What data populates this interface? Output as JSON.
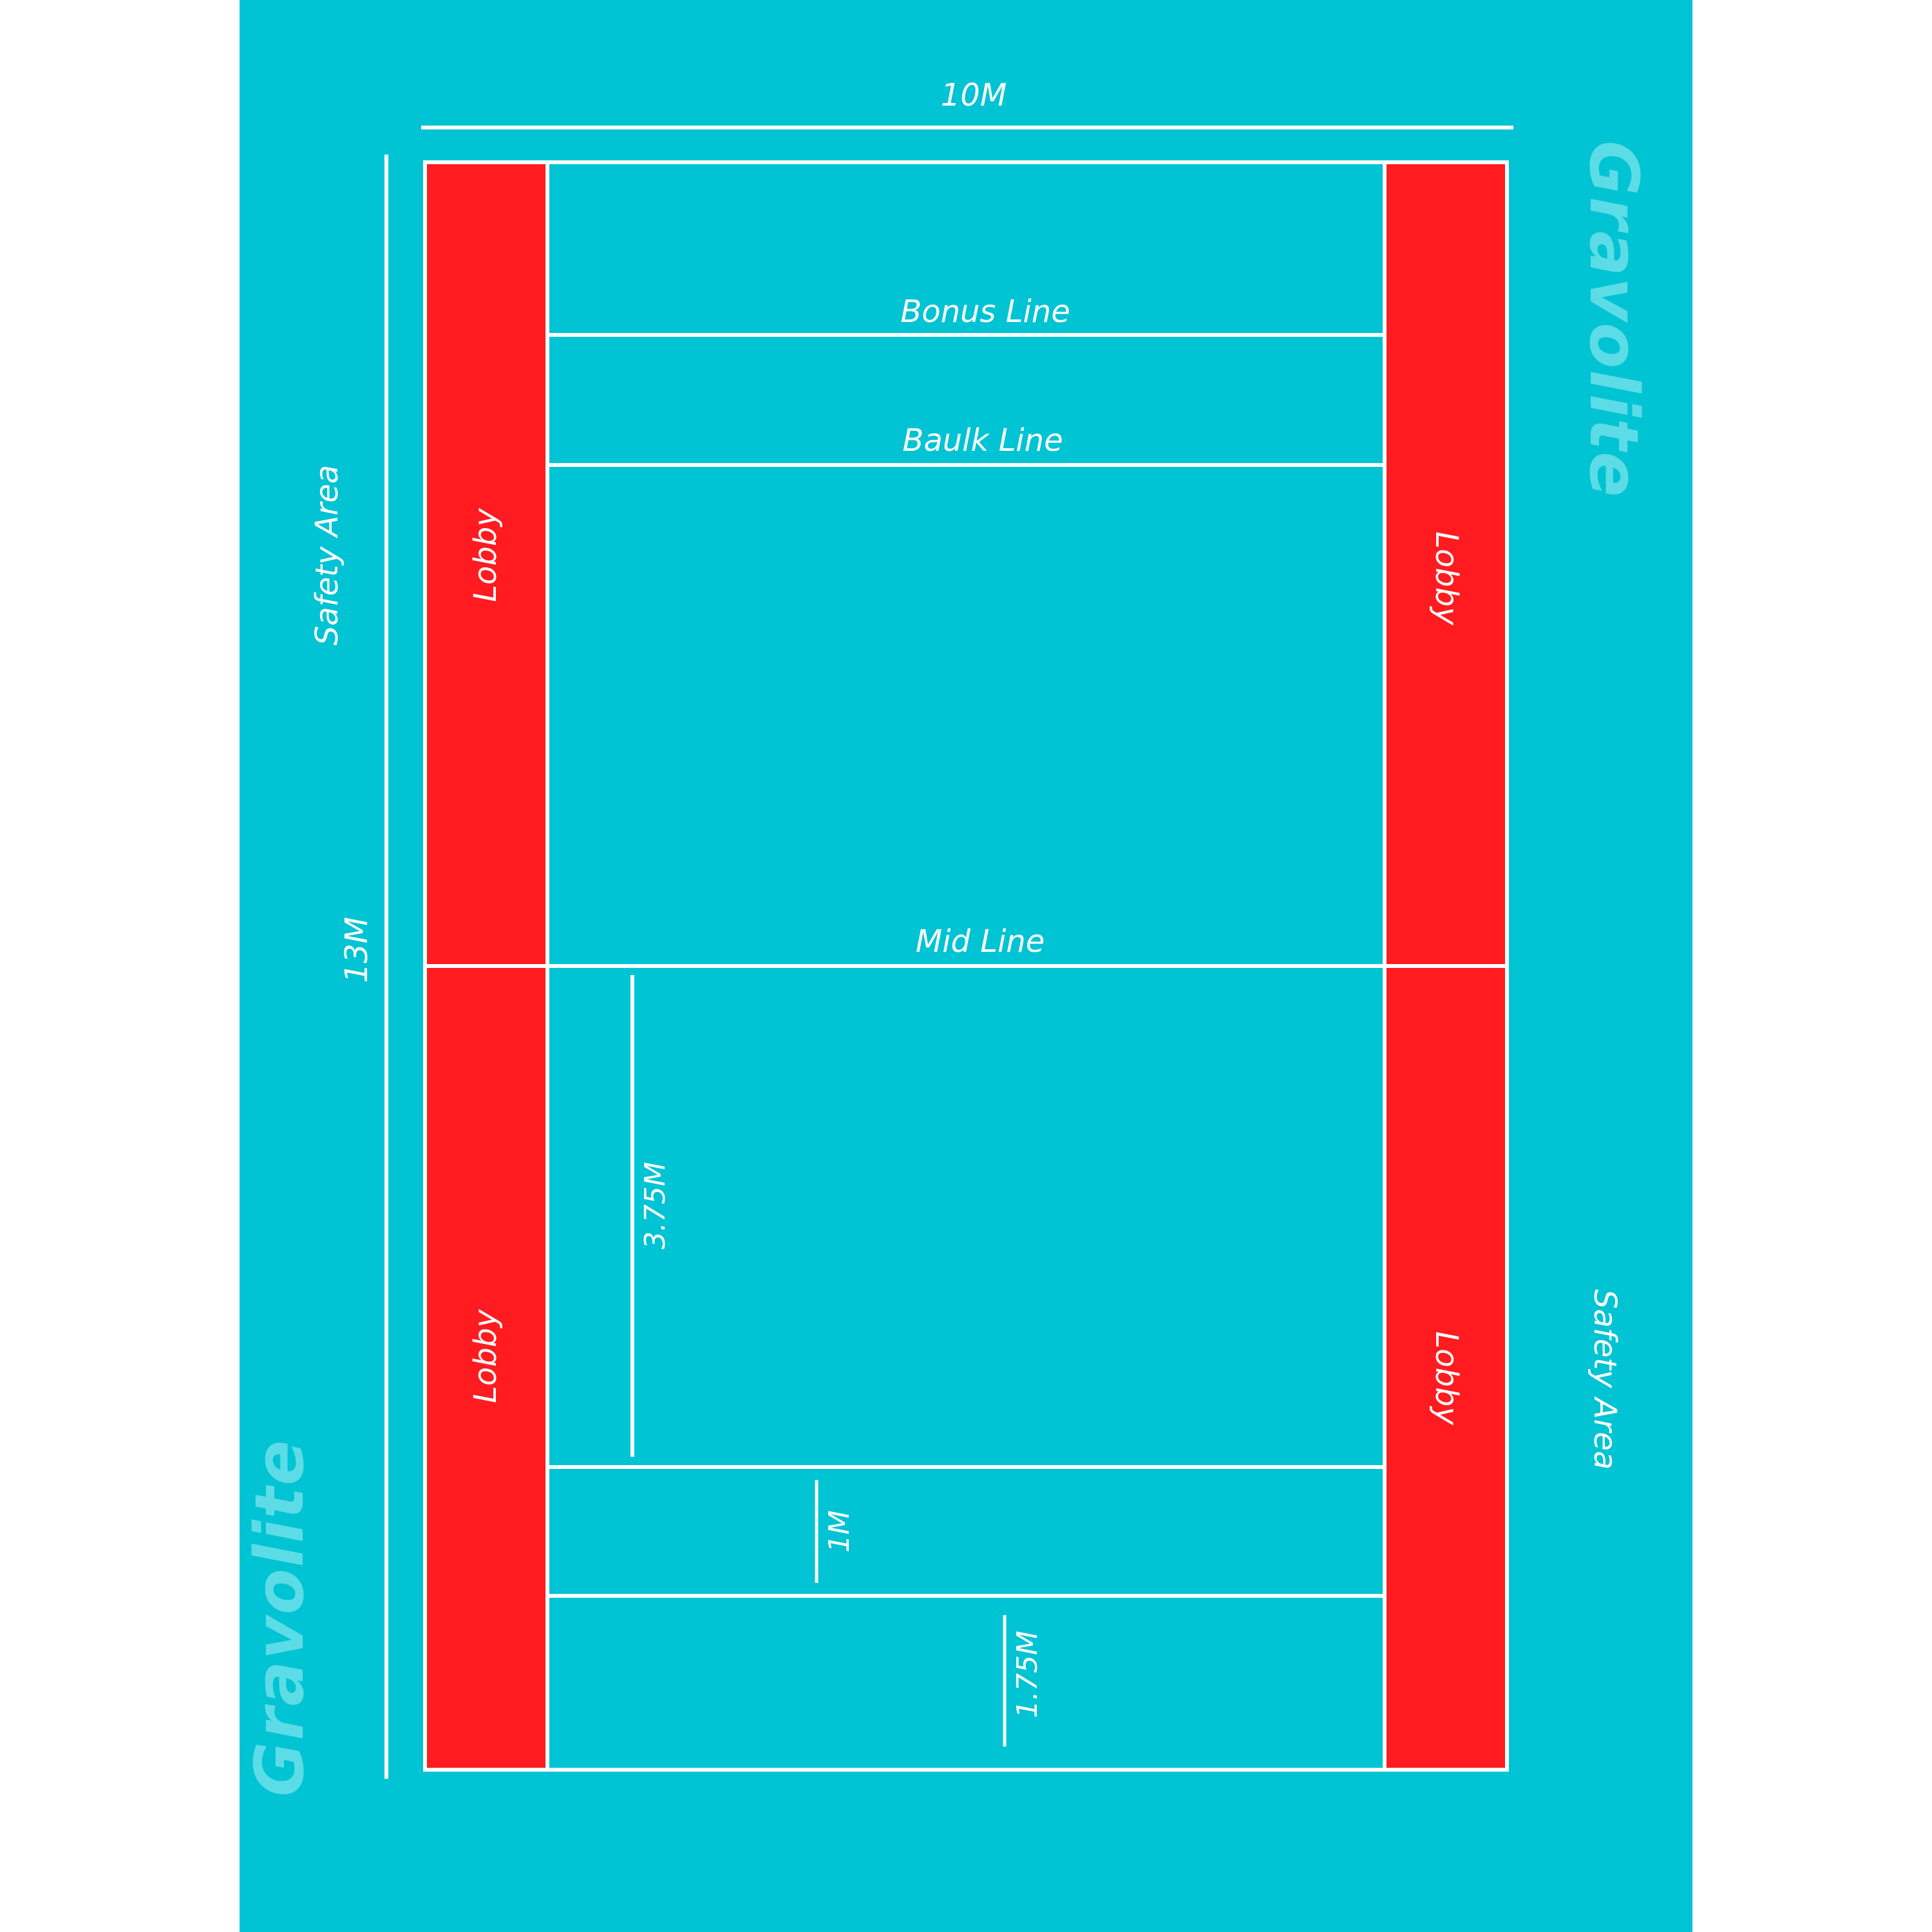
{
  "diagram": {
    "dimensions": {
      "width": "10M",
      "length": "13M",
      "mid_to_baulk": "3.75M",
      "baulk_to_bonus": "1M",
      "bonus_to_endline": "1.75M"
    },
    "lines": {
      "bonus": "Bonus Line",
      "baulk": "Baulk Line",
      "mid": "Mid Line"
    },
    "lobby_label": "Lobby",
    "safety_area_label": "Safety Area",
    "brand": "Gravolite",
    "colors": {
      "safety_area": "#00C3D3",
      "lobby": "#FF1B1F",
      "line": "#FFFFFF",
      "brand_text": "#5CDCE6",
      "page_background": "#FFFFFF"
    }
  }
}
